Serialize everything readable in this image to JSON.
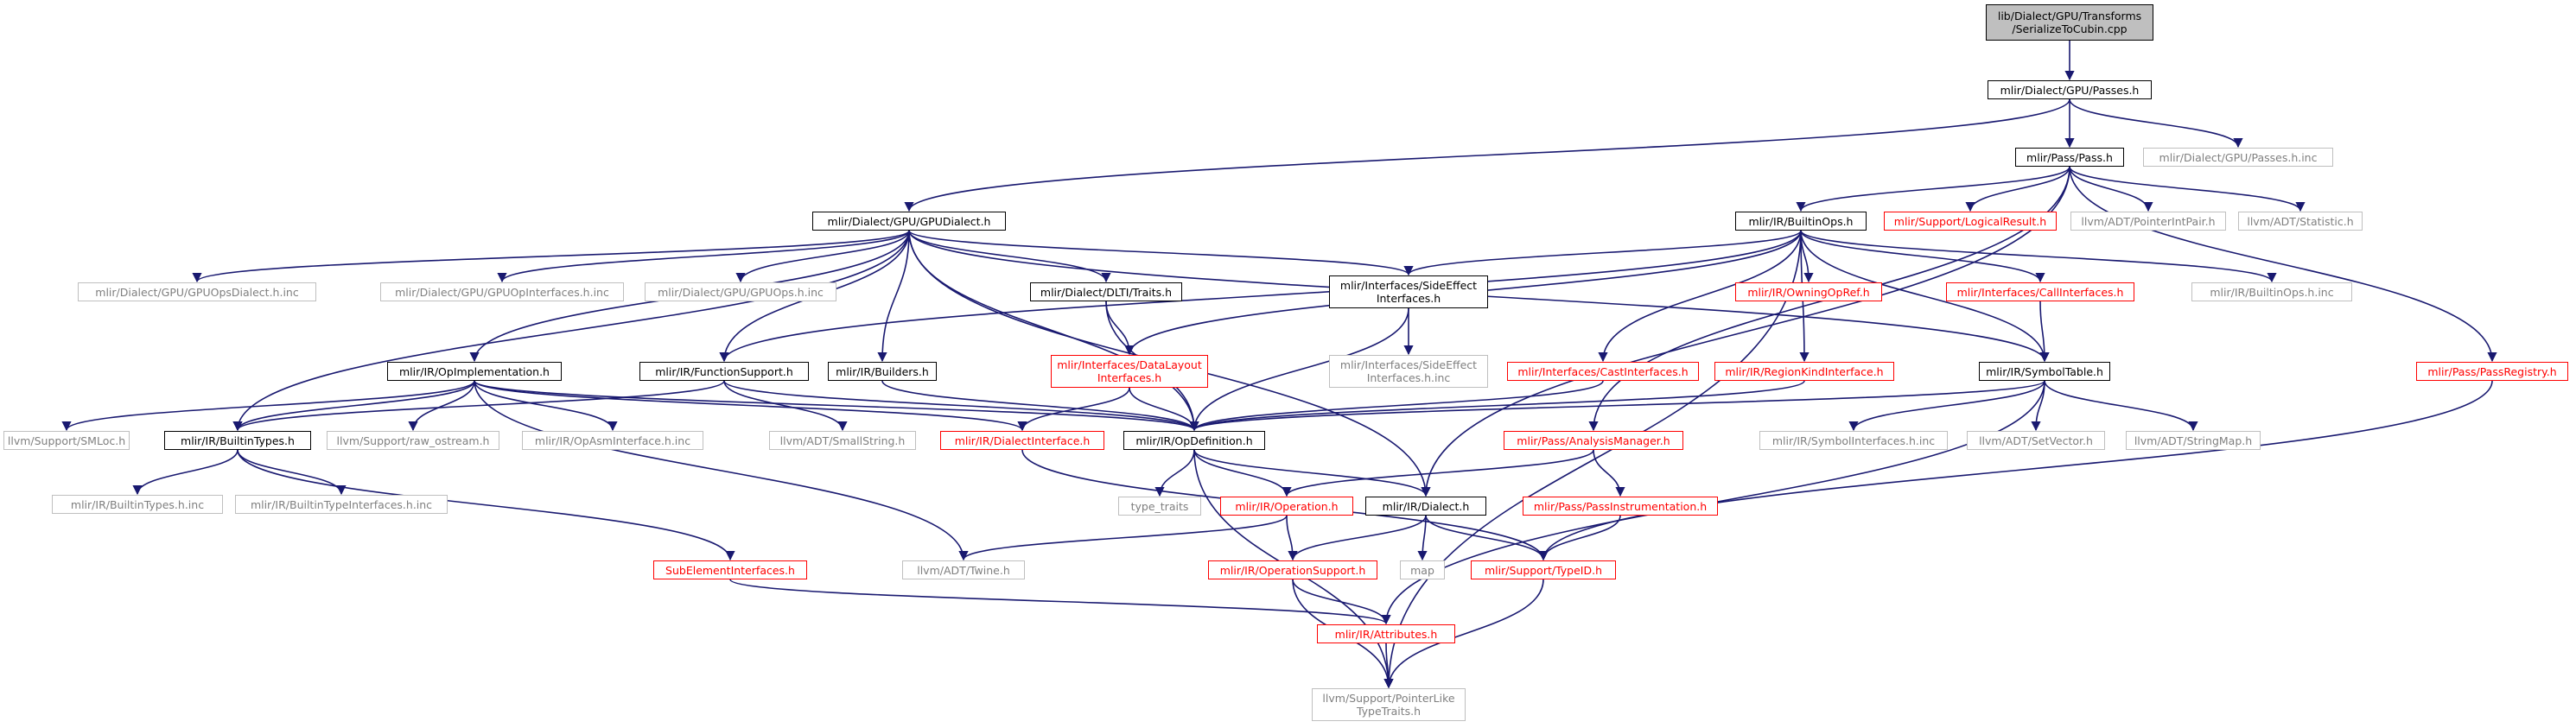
{
  "colors": {
    "edge": "#191970",
    "node_border": "#000000",
    "external_border": "#bfbfbf",
    "external_text": "#7f7f7f",
    "truncated": "#ff0000",
    "root_fill": "#bfbfbf"
  },
  "nodes": {
    "serialize": {
      "line1": "lib/Dialect/GPU/Transforms",
      "line2": "/SerializeToCubin.cpp"
    },
    "gpu_passes": {
      "line1": "mlir/Dialect/GPU/Passes.h"
    },
    "gpu_passes_inc": {
      "line1": "mlir/Dialect/GPU/Passes.h.inc"
    },
    "pass_h": {
      "line1": "mlir/Pass/Pass.h"
    },
    "gpu_dialect": {
      "line1": "mlir/Dialect/GPU/GPUDialect.h"
    },
    "builtin_ops": {
      "line1": "mlir/IR/BuiltinOps.h"
    },
    "logical_result": {
      "line1": "mlir/Support/LogicalResult.h"
    },
    "pointer_int_pair": {
      "line1": "llvm/ADT/PointerIntPair.h"
    },
    "statistic": {
      "line1": "llvm/ADT/Statistic.h"
    },
    "gpu_ops_dialect_inc": {
      "line1": "mlir/Dialect/GPU/GPUOpsDialect.h.inc"
    },
    "gpu_op_interfaces_inc": {
      "line1": "mlir/Dialect/GPU/GPUOpInterfaces.h.inc"
    },
    "gpu_ops_inc": {
      "line1": "mlir/Dialect/GPU/GPUOps.h.inc"
    },
    "dlti_traits": {
      "line1": "mlir/Dialect/DLTI/Traits.h"
    },
    "side_effect": {
      "line1": "mlir/Interfaces/SideEffect",
      "line2": "Interfaces.h"
    },
    "owning_op_ref": {
      "line1": "mlir/IR/OwningOpRef.h"
    },
    "call_interfaces": {
      "line1": "mlir/Interfaces/CallInterfaces.h"
    },
    "builtin_ops_inc": {
      "line1": "mlir/IR/BuiltinOps.h.inc"
    },
    "pass_registry": {
      "line1": "mlir/Pass/PassRegistry.h"
    },
    "op_implementation": {
      "line1": "mlir/IR/OpImplementation.h"
    },
    "function_support": {
      "line1": "mlir/IR/FunctionSupport.h"
    },
    "builders": {
      "line1": "mlir/IR/Builders.h"
    },
    "data_layout": {
      "line1": "mlir/Interfaces/DataLayout",
      "line2": "Interfaces.h"
    },
    "side_effect_inc": {
      "line1": "mlir/Interfaces/SideEffect",
      "line2": "Interfaces.h.inc"
    },
    "cast_interfaces": {
      "line1": "mlir/Interfaces/CastInterfaces.h"
    },
    "region_kind": {
      "line1": "mlir/IR/RegionKindInterface.h"
    },
    "symbol_table": {
      "line1": "mlir/IR/SymbolTable.h"
    },
    "smloc": {
      "line1": "llvm/Support/SMLoc.h"
    },
    "builtin_types": {
      "line1": "mlir/IR/BuiltinTypes.h"
    },
    "raw_ostream": {
      "line1": "llvm/Support/raw_ostream.h"
    },
    "op_asm_interface_inc": {
      "line1": "mlir/IR/OpAsmInterface.h.inc"
    },
    "small_string": {
      "line1": "llvm/ADT/SmallString.h"
    },
    "dialect_interface": {
      "line1": "mlir/IR/DialectInterface.h"
    },
    "op_definition": {
      "line1": "mlir/IR/OpDefinition.h"
    },
    "analysis_manager": {
      "line1": "mlir/Pass/AnalysisManager.h"
    },
    "symbol_interfaces_inc": {
      "line1": "mlir/IR/SymbolInterfaces.h.inc"
    },
    "set_vector": {
      "line1": "llvm/ADT/SetVector.h"
    },
    "string_map": {
      "line1": "llvm/ADT/StringMap.h"
    },
    "builtin_types_inc": {
      "line1": "mlir/IR/BuiltinTypes.h.inc"
    },
    "builtin_type_interfaces_inc": {
      "line1": "mlir/IR/BuiltinTypeInterfaces.h.inc"
    },
    "type_traits": {
      "line1": "type_traits"
    },
    "operation": {
      "line1": "mlir/IR/Operation.h"
    },
    "dialect": {
      "line1": "mlir/IR/Dialect.h"
    },
    "pass_instrumentation": {
      "line1": "mlir/Pass/PassInstrumentation.h"
    },
    "sub_element_interfaces": {
      "line1": "SubElementInterfaces.h"
    },
    "twine": {
      "line1": "llvm/ADT/Twine.h"
    },
    "operation_support": {
      "line1": "mlir/IR/OperationSupport.h"
    },
    "map": {
      "line1": "map"
    },
    "type_id": {
      "line1": "mlir/Support/TypeID.h"
    },
    "attributes": {
      "line1": "mlir/IR/Attributes.h"
    },
    "pointer_like": {
      "line1": "llvm/Support/PointerLike",
      "line2": "TypeTraits.h"
    }
  }
}
